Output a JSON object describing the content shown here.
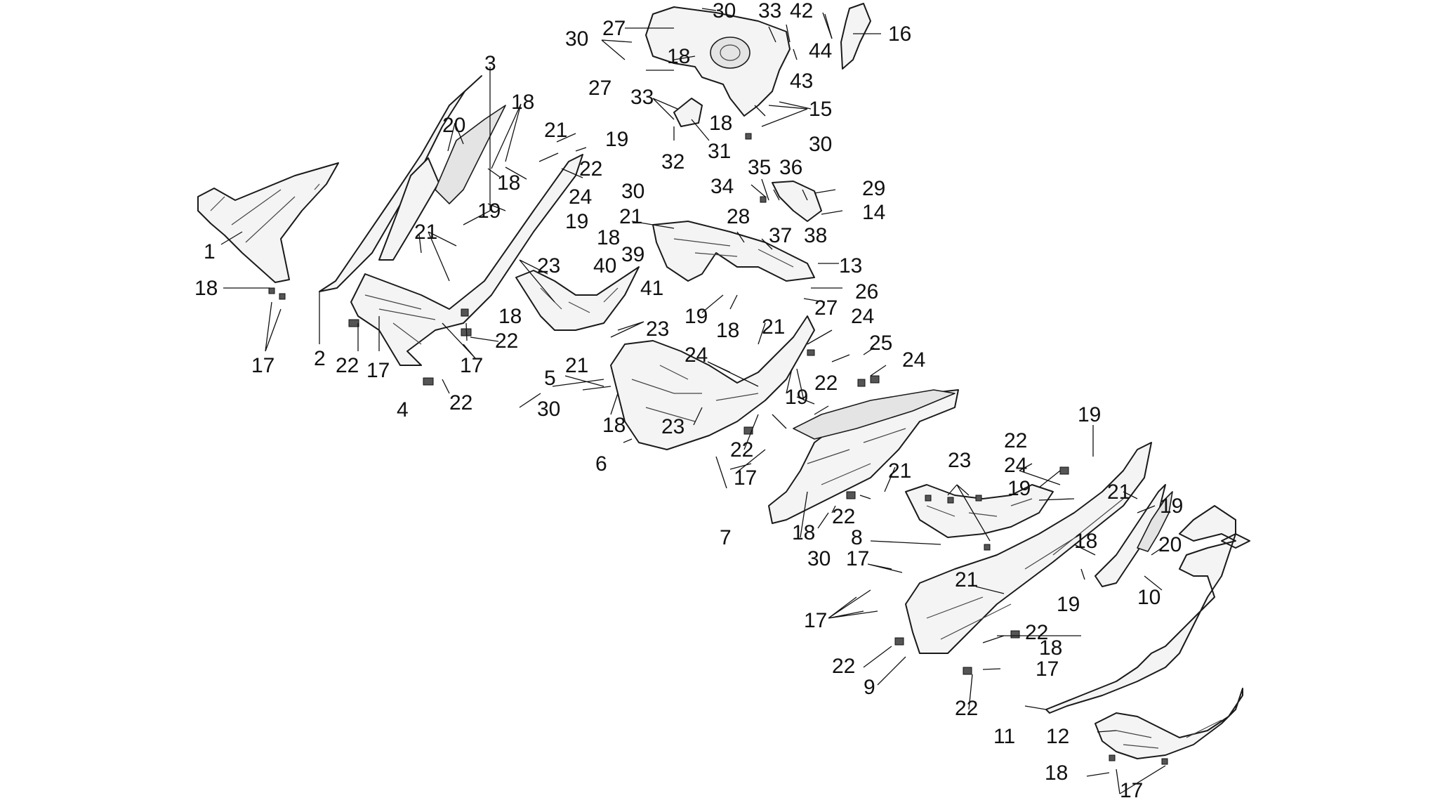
{
  "diagram": {
    "labels": [
      {
        "id": "l1",
        "text": "1"
      },
      {
        "id": "l2",
        "text": "2"
      },
      {
        "id": "l3",
        "text": "3"
      },
      {
        "id": "l4",
        "text": "4"
      },
      {
        "id": "l5",
        "text": "5"
      },
      {
        "id": "l6",
        "text": "6"
      },
      {
        "id": "l7",
        "text": "7"
      },
      {
        "id": "l8",
        "text": "8"
      },
      {
        "id": "l9",
        "text": "9"
      },
      {
        "id": "l10",
        "text": "10"
      },
      {
        "id": "l11",
        "text": "11"
      },
      {
        "id": "l12",
        "text": "12"
      },
      {
        "id": "l13",
        "text": "13"
      },
      {
        "id": "l14",
        "text": "14"
      },
      {
        "id": "l15",
        "text": "15"
      },
      {
        "id": "l16",
        "text": "16"
      },
      {
        "id": "l17a",
        "text": "17"
      },
      {
        "id": "l17b",
        "text": "17"
      },
      {
        "id": "l17c",
        "text": "17"
      },
      {
        "id": "l17d",
        "text": "17"
      },
      {
        "id": "l17e",
        "text": "17"
      },
      {
        "id": "l17f",
        "text": "17"
      },
      {
        "id": "l17g",
        "text": "17"
      },
      {
        "id": "l17h",
        "text": "17"
      },
      {
        "id": "l18a",
        "text": "18"
      },
      {
        "id": "l18b",
        "text": "18"
      },
      {
        "id": "l18c",
        "text": "18"
      },
      {
        "id": "l18d",
        "text": "18"
      },
      {
        "id": "l18e",
        "text": "18"
      },
      {
        "id": "l18f",
        "text": "18"
      },
      {
        "id": "l18g",
        "text": "18"
      },
      {
        "id": "l18h",
        "text": "18"
      },
      {
        "id": "l18i",
        "text": "18"
      },
      {
        "id": "l18j",
        "text": "18"
      },
      {
        "id": "l18k",
        "text": "18"
      },
      {
        "id": "l18l",
        "text": "18"
      },
      {
        "id": "l18m",
        "text": "18"
      },
      {
        "id": "l19a",
        "text": "19"
      },
      {
        "id": "l19b",
        "text": "19"
      },
      {
        "id": "l19c",
        "text": "19"
      },
      {
        "id": "l19d",
        "text": "19"
      },
      {
        "id": "l19e",
        "text": "19"
      },
      {
        "id": "l19f",
        "text": "19"
      },
      {
        "id": "l19g",
        "text": "19"
      },
      {
        "id": "l19h",
        "text": "19"
      },
      {
        "id": "l19i",
        "text": "19"
      },
      {
        "id": "l20a",
        "text": "20"
      },
      {
        "id": "l20b",
        "text": "20"
      },
      {
        "id": "l21a",
        "text": "21"
      },
      {
        "id": "l21b",
        "text": "21"
      },
      {
        "id": "l21c",
        "text": "21"
      },
      {
        "id": "l21d",
        "text": "21"
      },
      {
        "id": "l21e",
        "text": "21"
      },
      {
        "id": "l21f",
        "text": "21"
      },
      {
        "id": "l21g",
        "text": "21"
      },
      {
        "id": "l21h",
        "text": "21"
      },
      {
        "id": "l22a",
        "text": "22"
      },
      {
        "id": "l22b",
        "text": "22"
      },
      {
        "id": "l22c",
        "text": "22"
      },
      {
        "id": "l22d",
        "text": "22"
      },
      {
        "id": "l22e",
        "text": "22"
      },
      {
        "id": "l22f",
        "text": "22"
      },
      {
        "id": "l22g",
        "text": "22"
      },
      {
        "id": "l22h",
        "text": "22"
      },
      {
        "id": "l22i",
        "text": "22"
      },
      {
        "id": "l22j",
        "text": "22"
      },
      {
        "id": "l22k",
        "text": "22"
      },
      {
        "id": "l23a",
        "text": "23"
      },
      {
        "id": "l23b",
        "text": "23"
      },
      {
        "id": "l23c",
        "text": "23"
      },
      {
        "id": "l23d",
        "text": "23"
      },
      {
        "id": "l24a",
        "text": "24"
      },
      {
        "id": "l24b",
        "text": "24"
      },
      {
        "id": "l24c",
        "text": "24"
      },
      {
        "id": "l24d",
        "text": "24"
      },
      {
        "id": "l24e",
        "text": "24"
      },
      {
        "id": "l25",
        "text": "25"
      },
      {
        "id": "l26",
        "text": "26"
      },
      {
        "id": "l27a",
        "text": "27"
      },
      {
        "id": "l27b",
        "text": "27"
      },
      {
        "id": "l27c",
        "text": "27"
      },
      {
        "id": "l28",
        "text": "28"
      },
      {
        "id": "l29",
        "text": "29"
      },
      {
        "id": "l30a",
        "text": "30"
      },
      {
        "id": "l30b",
        "text": "30"
      },
      {
        "id": "l30c",
        "text": "30"
      },
      {
        "id": "l30d",
        "text": "30"
      },
      {
        "id": "l30e",
        "text": "30"
      },
      {
        "id": "l30f",
        "text": "30"
      },
      {
        "id": "l31",
        "text": "31"
      },
      {
        "id": "l32",
        "text": "32"
      },
      {
        "id": "l33a",
        "text": "33"
      },
      {
        "id": "l33b",
        "text": "33"
      },
      {
        "id": "l34",
        "text": "34"
      },
      {
        "id": "l35",
        "text": "35"
      },
      {
        "id": "l36",
        "text": "36"
      },
      {
        "id": "l37",
        "text": "37"
      },
      {
        "id": "l38",
        "text": "38"
      },
      {
        "id": "l39",
        "text": "39"
      },
      {
        "id": "l40",
        "text": "40"
      },
      {
        "id": "l41",
        "text": "41"
      },
      {
        "id": "l42",
        "text": "42"
      },
      {
        "id": "l43",
        "text": "43"
      },
      {
        "id": "l44",
        "text": "44"
      }
    ]
  }
}
